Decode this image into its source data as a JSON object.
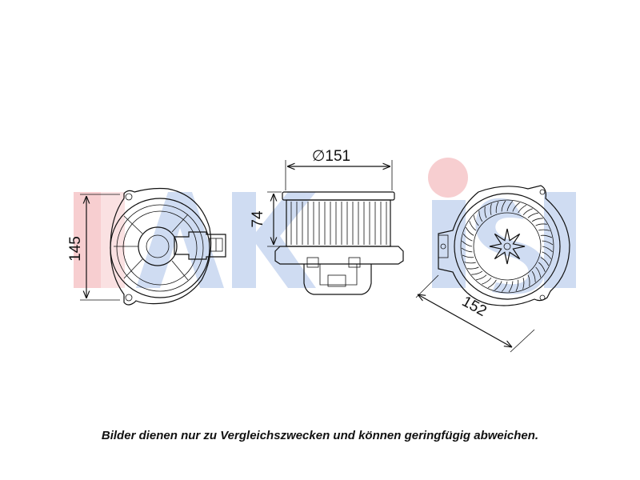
{
  "watermark": {
    "text": "AKS",
    "colors": [
      "#e6323c",
      "#1d5bbf"
    ]
  },
  "dimensions": {
    "height_left": "145",
    "depth": "74",
    "diameter": "∅151",
    "diagonal": "152"
  },
  "disclaimer": "Bilder dienen nur zu Vergleichszwecken und können geringfügig abweichen."
}
